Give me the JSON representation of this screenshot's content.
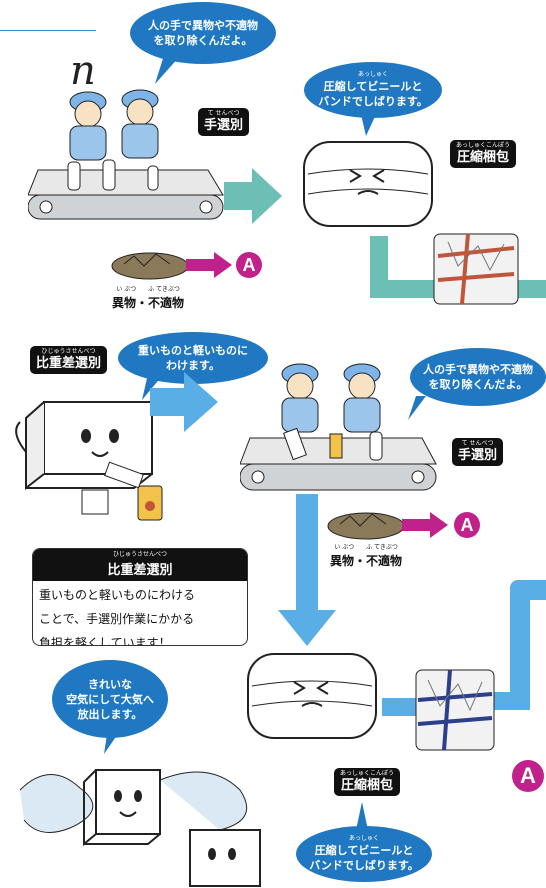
{
  "heading_fragment": "n",
  "step1": {
    "bubble_hands": {
      "line1": "人の手で異物や不適物",
      "line2": "を取り除くんだよ。"
    },
    "hand_sort_label": {
      "ruby": "て せんべつ",
      "text": "手選別"
    },
    "foreign_label": {
      "ruby": "い ぶつ　　ふ てきぶつ",
      "text": "異物・不適物"
    },
    "bubble_compress": {
      "ruby": "あっしゅく",
      "line1": "圧縮してビニールと",
      "line2": "バンドでしばります。"
    },
    "compress_label": {
      "ruby": "あっしゅくこんぽう",
      "text": "圧縮梱包"
    },
    "marker": "A"
  },
  "step2": {
    "gravity_label": {
      "ruby": "ひじゅうさせんべつ",
      "text": "比重差選別"
    },
    "bubble_gravity": {
      "line1": "重いものと軽いものに",
      "line2": "わけます。"
    },
    "bubble_hands": {
      "line1": "人の手で異物や不適物",
      "line2": "を取り除くんだよ。"
    },
    "hand_sort_label": {
      "ruby": "て せんべつ",
      "text": "手選別"
    },
    "foreign_label": {
      "ruby": "い ぶつ　　ふ てきぶつ",
      "text": "異物・不適物"
    },
    "marker": "A"
  },
  "infobox": {
    "title_ruby": "ひじゅうさせんべつ",
    "title": "比重差選別",
    "line1": "重いものと軽いものにわける",
    "line2": "ことで、手選別作業にかかる",
    "line3": "負担を軽くしています！"
  },
  "step3": {
    "bubble_air": {
      "line1": "きれいな",
      "line2": "空気にして大気へ",
      "line3": "放出します。"
    },
    "compress_label": {
      "ruby": "あっしゅくこんぽう",
      "text": "圧縮梱包"
    },
    "bubble_compress": {
      "ruby": "あっしゅく",
      "line1": "圧縮してビニールと",
      "line2": "バンドでしばります。"
    },
    "marker": "A"
  },
  "colors": {
    "bubble": "#1f78c1",
    "teal_arrow": "#6bbfb5",
    "blue_arrow": "#5aaee6",
    "magenta": "#c0218a"
  }
}
